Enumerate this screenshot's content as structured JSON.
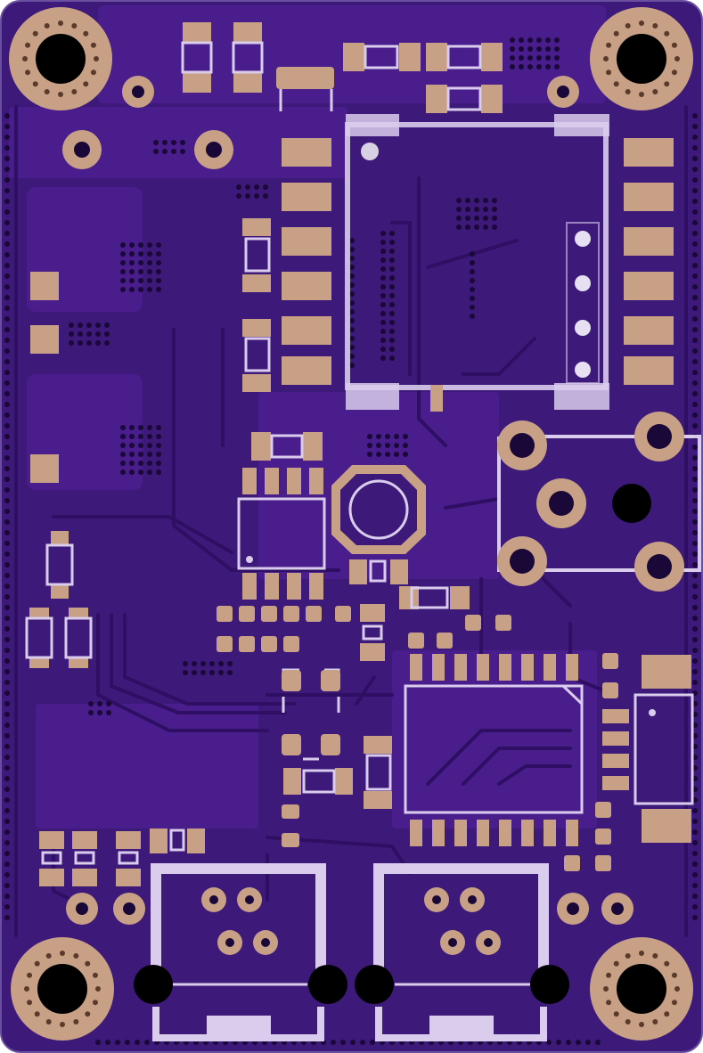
{
  "board": {
    "colors": {
      "substrate": "#3d1a7a",
      "copper_pour": "#4a1d8c",
      "trace": "#5c2aa8",
      "trace_dark": "#2e0f63",
      "pad": "#c8a085",
      "silkscreen": "#d9ccec",
      "drill": "#000000",
      "via": "#1a0838",
      "edge": "#6a4fa0"
    },
    "components": [
      "mounting-hole-top-left",
      "mounting-hole-top-right",
      "mounting-hole-bottom-left",
      "mounting-hole-bottom-right",
      "sd-card-socket",
      "audio-jack",
      "usb-connector-left",
      "usb-connector-right",
      "main-ic-qfn",
      "inductor",
      "regulator-ic",
      "crystal",
      "side-connector"
    ]
  }
}
